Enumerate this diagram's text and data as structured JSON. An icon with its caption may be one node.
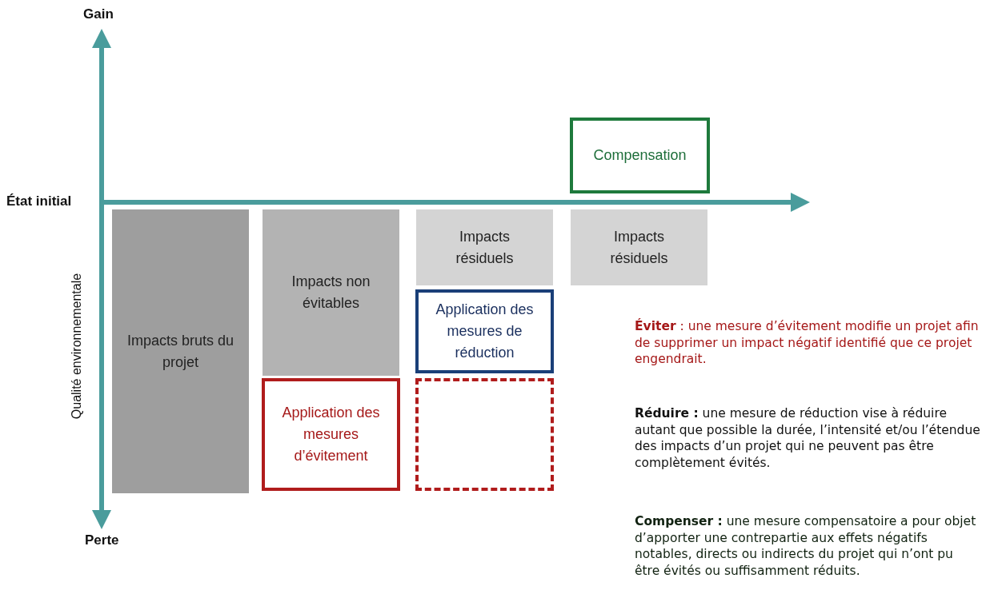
{
  "diagram": {
    "nodes": [
      {
        "text": [
          "Compensation"
        ]
      },
      {
        "text": [
          "Impacts bruts du projet"
        ]
      },
      {
        "text": [
          "Impacts non évitables"
        ]
      },
      {
        "text": [
          "Application des mesures d’évitement"
        ]
      },
      {
        "text": [
          "Impacts résiduels"
        ]
      },
      {
        "text": [
          "Application des mesures de réduction"
        ]
      },
      {
        "text": [],
        "shape": "box"
      },
      {
        "text": [
          "Impacts résiduels"
        ]
      }
    ],
    "labels": [
      "Gain",
      "État initial",
      "Qualité environnementale",
      "Perte",
      "**Éviter** : une mesure d’évitement modifie un projet afin de supprimer un impact négatif identifié que ce projet engendrait.",
      "**Réduire :** une mesure de réduction vise à réduire autant que possible la durée, l’intensité et/ou l’étendue des impacts d’un projet qui ne peuvent pas être complètement évités.",
      "**Compenser :** une mesure compensatoire a pour objet d’apporter une contrepartie aux effets négatifs notables, directs ou indirects du projet qui n’ont pu être évités ou suffisamment réduits."
    ]
  }
}
